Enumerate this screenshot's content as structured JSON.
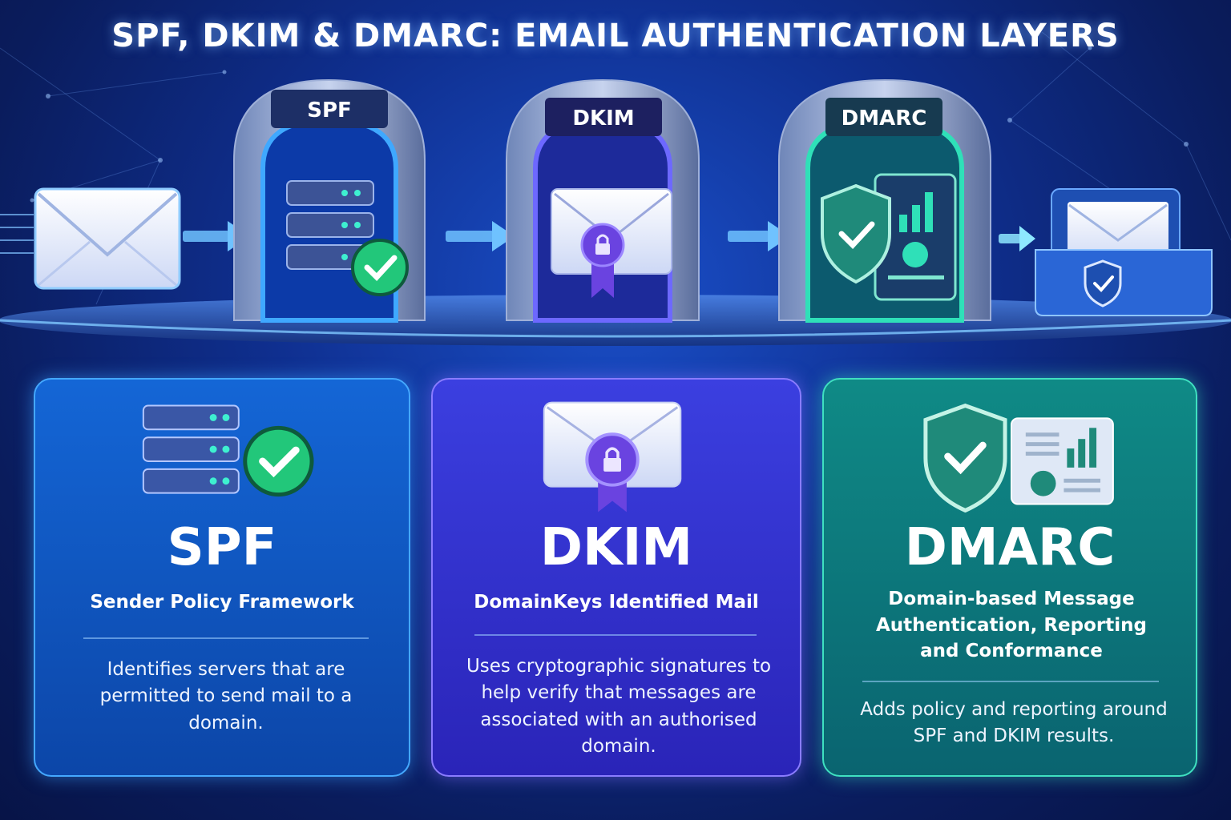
{
  "title": "SPF, DKIM & DMARC: EMAIL AUTHENTICATION LAYERS",
  "gates": [
    {
      "label": "SPF",
      "icon": "server-check-icon",
      "color": "#2f8cff"
    },
    {
      "label": "DKIM",
      "icon": "sealed-envelope-icon",
      "color": "#6b5cff"
    },
    {
      "label": "DMARC",
      "icon": "shield-report-icon",
      "color": "#27d3a8"
    }
  ],
  "flow": {
    "source_icon": "envelope-icon",
    "destination_icon": "secure-inbox-icon"
  },
  "cards": [
    {
      "acronym": "SPF",
      "name": "Sender Policy Framework",
      "description": "Identifies servers that are permitted to send mail to a domain.",
      "icon": "server-check-icon"
    },
    {
      "acronym": "DKIM",
      "name": "DomainKeys Identified Mail",
      "description": "Uses cryptographic signatures to help verify that messages are associated with an authorised domain.",
      "icon": "sealed-envelope-icon"
    },
    {
      "acronym": "DMARC",
      "name": "Domain-based Message Authentication, Reporting and Conformance",
      "description": "Adds policy and reporting around SPF and DKIM results.",
      "icon": "shield-report-icon"
    }
  ],
  "colors": {
    "spf": "#1466d6",
    "dkim": "#3b3fe0",
    "dmarc": "#0f8a86",
    "check": "#22c77a"
  }
}
